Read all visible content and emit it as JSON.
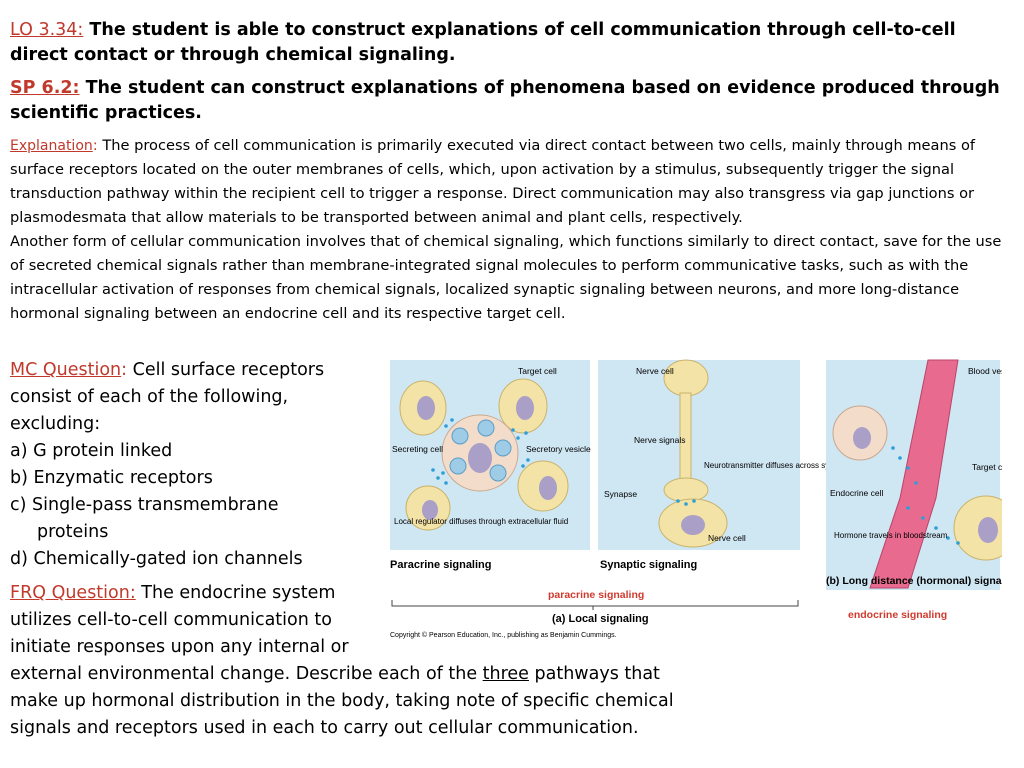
{
  "lo": {
    "tag": "LO 3.34:",
    "text": " The student is able to construct explanations of cell communication through cell-to-cell direct contact or through chemical signaling."
  },
  "sp": {
    "tag": "SP 6.2:",
    "text": " The student can construct explanations of phenomena based on evidence produced through scientific practices."
  },
  "explanation": {
    "tag": "Explanation",
    "colon": ":",
    "para1": " The process of cell communication is primarily executed via direct contact between two cells, mainly through means of surface receptors located on the outer membranes of cells, which, upon activation by a stimulus, subsequently trigger the signal transduction pathway within the recipient cell to trigger a response.  Direct communication may also transgress via gap junctions or plasmodesmata that allow materials to be transported between animal and plant cells, respectively.",
    "para2": "Another form of cellular communication involves that of chemical signaling, which functions similarly to direct contact, save for the use of secreted chemical signals rather than membrane-integrated signal molecules to perform communicative tasks, such as with the intracellular activation of responses from chemical signals, localized synaptic signaling between neurons, and more long-distance hormonal signaling between an endocrine cell and its respective target cell."
  },
  "mc": {
    "tag": "MC Question",
    "colon": ":",
    "question": " Cell surface receptors consist of each of the following, excluding:",
    "options": [
      "a) G protein linked",
      "b) Enzymatic receptors",
      "c)  Single-pass transmembrane",
      "proteins",
      "d) Chemically-gated ion channels"
    ]
  },
  "frq": {
    "tag": "FRQ Question:",
    "line1": " The endocrine system utilizes cell-to-cell communication to initiate responses upon any internal or",
    "rest_before": "external environmental change.  Describe each of the ",
    "rest_underlined": "three",
    "rest_after": " pathways that make up hormonal distribution in the body, taking note of specific chemical signals and receptors used in each to carry out cellular communication."
  },
  "figure": {
    "colors": {
      "panel_bg": "#cfe6f3",
      "cell_fill": "#f4e3a7",
      "nucleus": "#a99fc7",
      "secreting_cell": "#f3dcc9",
      "vessel": "#e86a8f",
      "signal_dot": "#2e9fd6",
      "red_label": "#d03a2e"
    },
    "paracrine": {
      "target_cell": "Target cell",
      "secreting_cell": "Secreting cell",
      "secretory_vesicle": "Secretory vesicle",
      "local_regulator": "Local regulator diffuses through extracellular fluid",
      "title": "Paracrine signaling"
    },
    "synaptic": {
      "nerve_cell_top": "Nerve cell",
      "nerve_signals": "Nerve signals",
      "neurotransmitter": "Neurotransmitter diffuses across synapse",
      "synapse": "Synapse",
      "nerve_cell": "Nerve cell",
      "title": "Synaptic signaling"
    },
    "endocrine": {
      "blood_vessel": "Blood vessel",
      "target_cell": "Target cell",
      "endocrine_cell": "Endocrine cell",
      "hormone": "Hormone travels in bloodstream",
      "title": "(b) Long distance (hormonal) signaling",
      "red_label": "endocrine signaling"
    },
    "local": {
      "red_label": "paracrine signaling",
      "title": "(a) Local signaling"
    },
    "copyright": "Copyright © Pearson Education, Inc., publishing as Benjamin Cummings."
  }
}
